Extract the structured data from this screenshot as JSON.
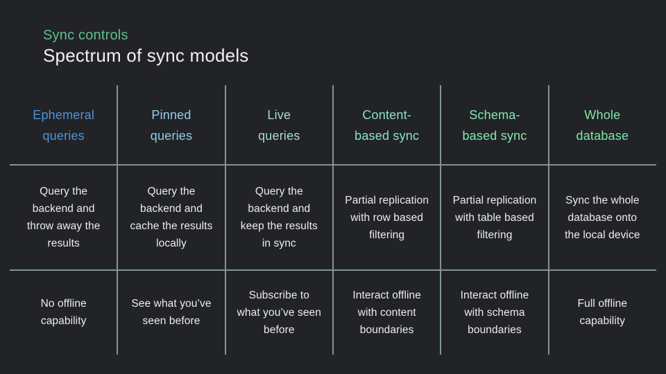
{
  "slide": {
    "eyebrow": "Sync controls",
    "title": "Spectrum of sync models"
  },
  "colors": {
    "background": "#212326",
    "grid_line": "#839692",
    "eyebrow": "#5fc096",
    "title": "#f1f1f1",
    "body_text": "#ededed"
  },
  "table": {
    "columns": [
      {
        "header": [
          "Ephemeral",
          "queries"
        ],
        "header_color": "#4d94d9",
        "description": [
          "Query the",
          "backend and",
          "throw away the",
          "results"
        ],
        "offline": [
          "No offline",
          "capability"
        ]
      },
      {
        "header": [
          "Pinned",
          "queries"
        ],
        "header_color": "#92cde9",
        "description": [
          "Query the",
          "backend and",
          "cache the results",
          "locally"
        ],
        "offline": [
          "See what you’ve",
          "seen before"
        ]
      },
      {
        "header": [
          "Live",
          "queries"
        ],
        "header_color": "#a6ddd3",
        "description": [
          "Query the",
          "backend and",
          "keep the results",
          "in sync"
        ],
        "offline": [
          "Subscribe to",
          "what you’ve seen",
          "before"
        ]
      },
      {
        "header": [
          "Content-",
          "based sync"
        ],
        "header_color": "#8ae3c2",
        "description": [
          "Partial replication",
          "with row based",
          "filtering"
        ],
        "offline": [
          "Interact offline",
          "with content",
          "boundaries"
        ]
      },
      {
        "header": [
          "Schema-",
          "based sync"
        ],
        "header_color": "#84e6b3",
        "description": [
          "Partial replication",
          "with table based",
          "filtering"
        ],
        "offline": [
          "Interact offline",
          "with schema",
          "boundaries"
        ]
      },
      {
        "header": [
          "Whole",
          "database"
        ],
        "header_color": "#7ee9a7",
        "description": [
          "Sync the whole",
          "database onto",
          "the local device"
        ],
        "offline": [
          "Full offline",
          "capability"
        ]
      }
    ]
  }
}
